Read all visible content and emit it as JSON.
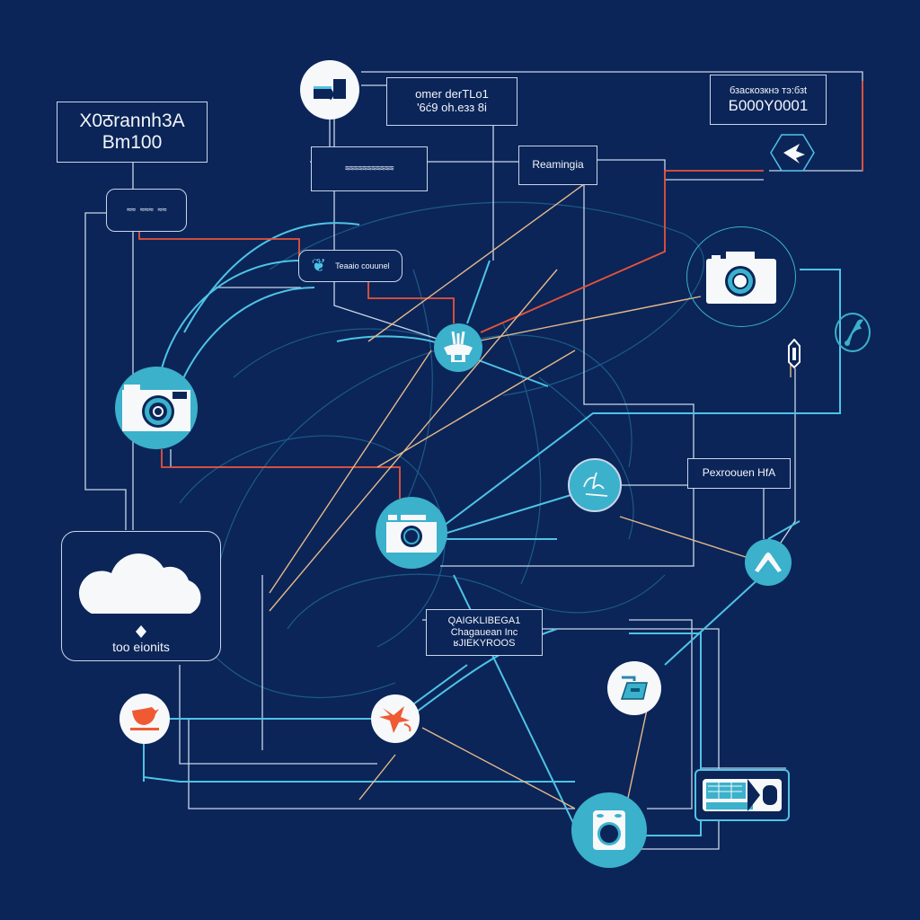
{
  "diagram": {
    "type": "network-diagram",
    "theme": {
      "background": "#0b2558",
      "line_primary": "#4fc3e6",
      "line_secondary": "#d0dbe9",
      "line_accent": "#e8533a",
      "line_warm": "#e6b98a",
      "node_teal": "#3bb1cc",
      "node_white": "#f7f8fa",
      "icon_orange": "#ef5a33"
    },
    "labels": {
      "top_left": {
        "line1": "X0ठrannh3A",
        "line2": "Bm100"
      },
      "top_center": {
        "line1": "omer derTLo1",
        "line2": "'6ć9 oh.eзз 8i"
      },
      "top_right": {
        "line1": "бзаскозкнэ тэ:бзt",
        "line2": "Б000Y0001"
      },
      "scribble_left": "≈≈ ≈≈≈ ≈≈",
      "scribble_center": "≋≋≋≋≋≋≋≋≋≋≋",
      "mid_label": "Reamingia",
      "small_badge": "Teaaio couunel",
      "right_label": "Pexroouen HfA",
      "center_bottom": {
        "line1": "QAIGKLIBEGA1",
        "line2": "Chagauean Inc",
        "line3": "ʁJIEKYROOS"
      },
      "cloud_caption": "too eionits"
    },
    "nodes": [
      {
        "id": "camera-top",
        "icon": "camera-icon",
        "style": "white"
      },
      {
        "id": "router-hub",
        "icon": "antenna-icon",
        "style": "teal"
      },
      {
        "id": "camera-right",
        "icon": "camera-icon",
        "style": "ring"
      },
      {
        "id": "camera-left",
        "icon": "camera-icon",
        "style": "teal"
      },
      {
        "id": "camera-center",
        "icon": "camera-icon",
        "style": "teal"
      },
      {
        "id": "bird-node",
        "icon": "bird-icon",
        "style": "teal"
      },
      {
        "id": "up-arrow-node",
        "icon": "chevron-up-icon",
        "style": "teal"
      },
      {
        "id": "cloud",
        "icon": "cloud-icon",
        "style": "box"
      },
      {
        "id": "bowl-node",
        "icon": "bowl-icon",
        "style": "white"
      },
      {
        "id": "plane-node",
        "icon": "airplane-icon",
        "style": "white"
      },
      {
        "id": "iron-node",
        "icon": "iron-icon",
        "style": "white"
      },
      {
        "id": "washer-node",
        "icon": "washing-machine-icon",
        "style": "teal"
      },
      {
        "id": "card-reader",
        "icon": "card-reader-icon",
        "style": "box"
      },
      {
        "id": "return-node",
        "icon": "return-arrow-icon",
        "style": "hexagon"
      },
      {
        "id": "wrench-node",
        "icon": "wrench-icon",
        "style": "ring"
      },
      {
        "id": "pin-node",
        "icon": "pin-icon",
        "style": "outline"
      }
    ]
  }
}
